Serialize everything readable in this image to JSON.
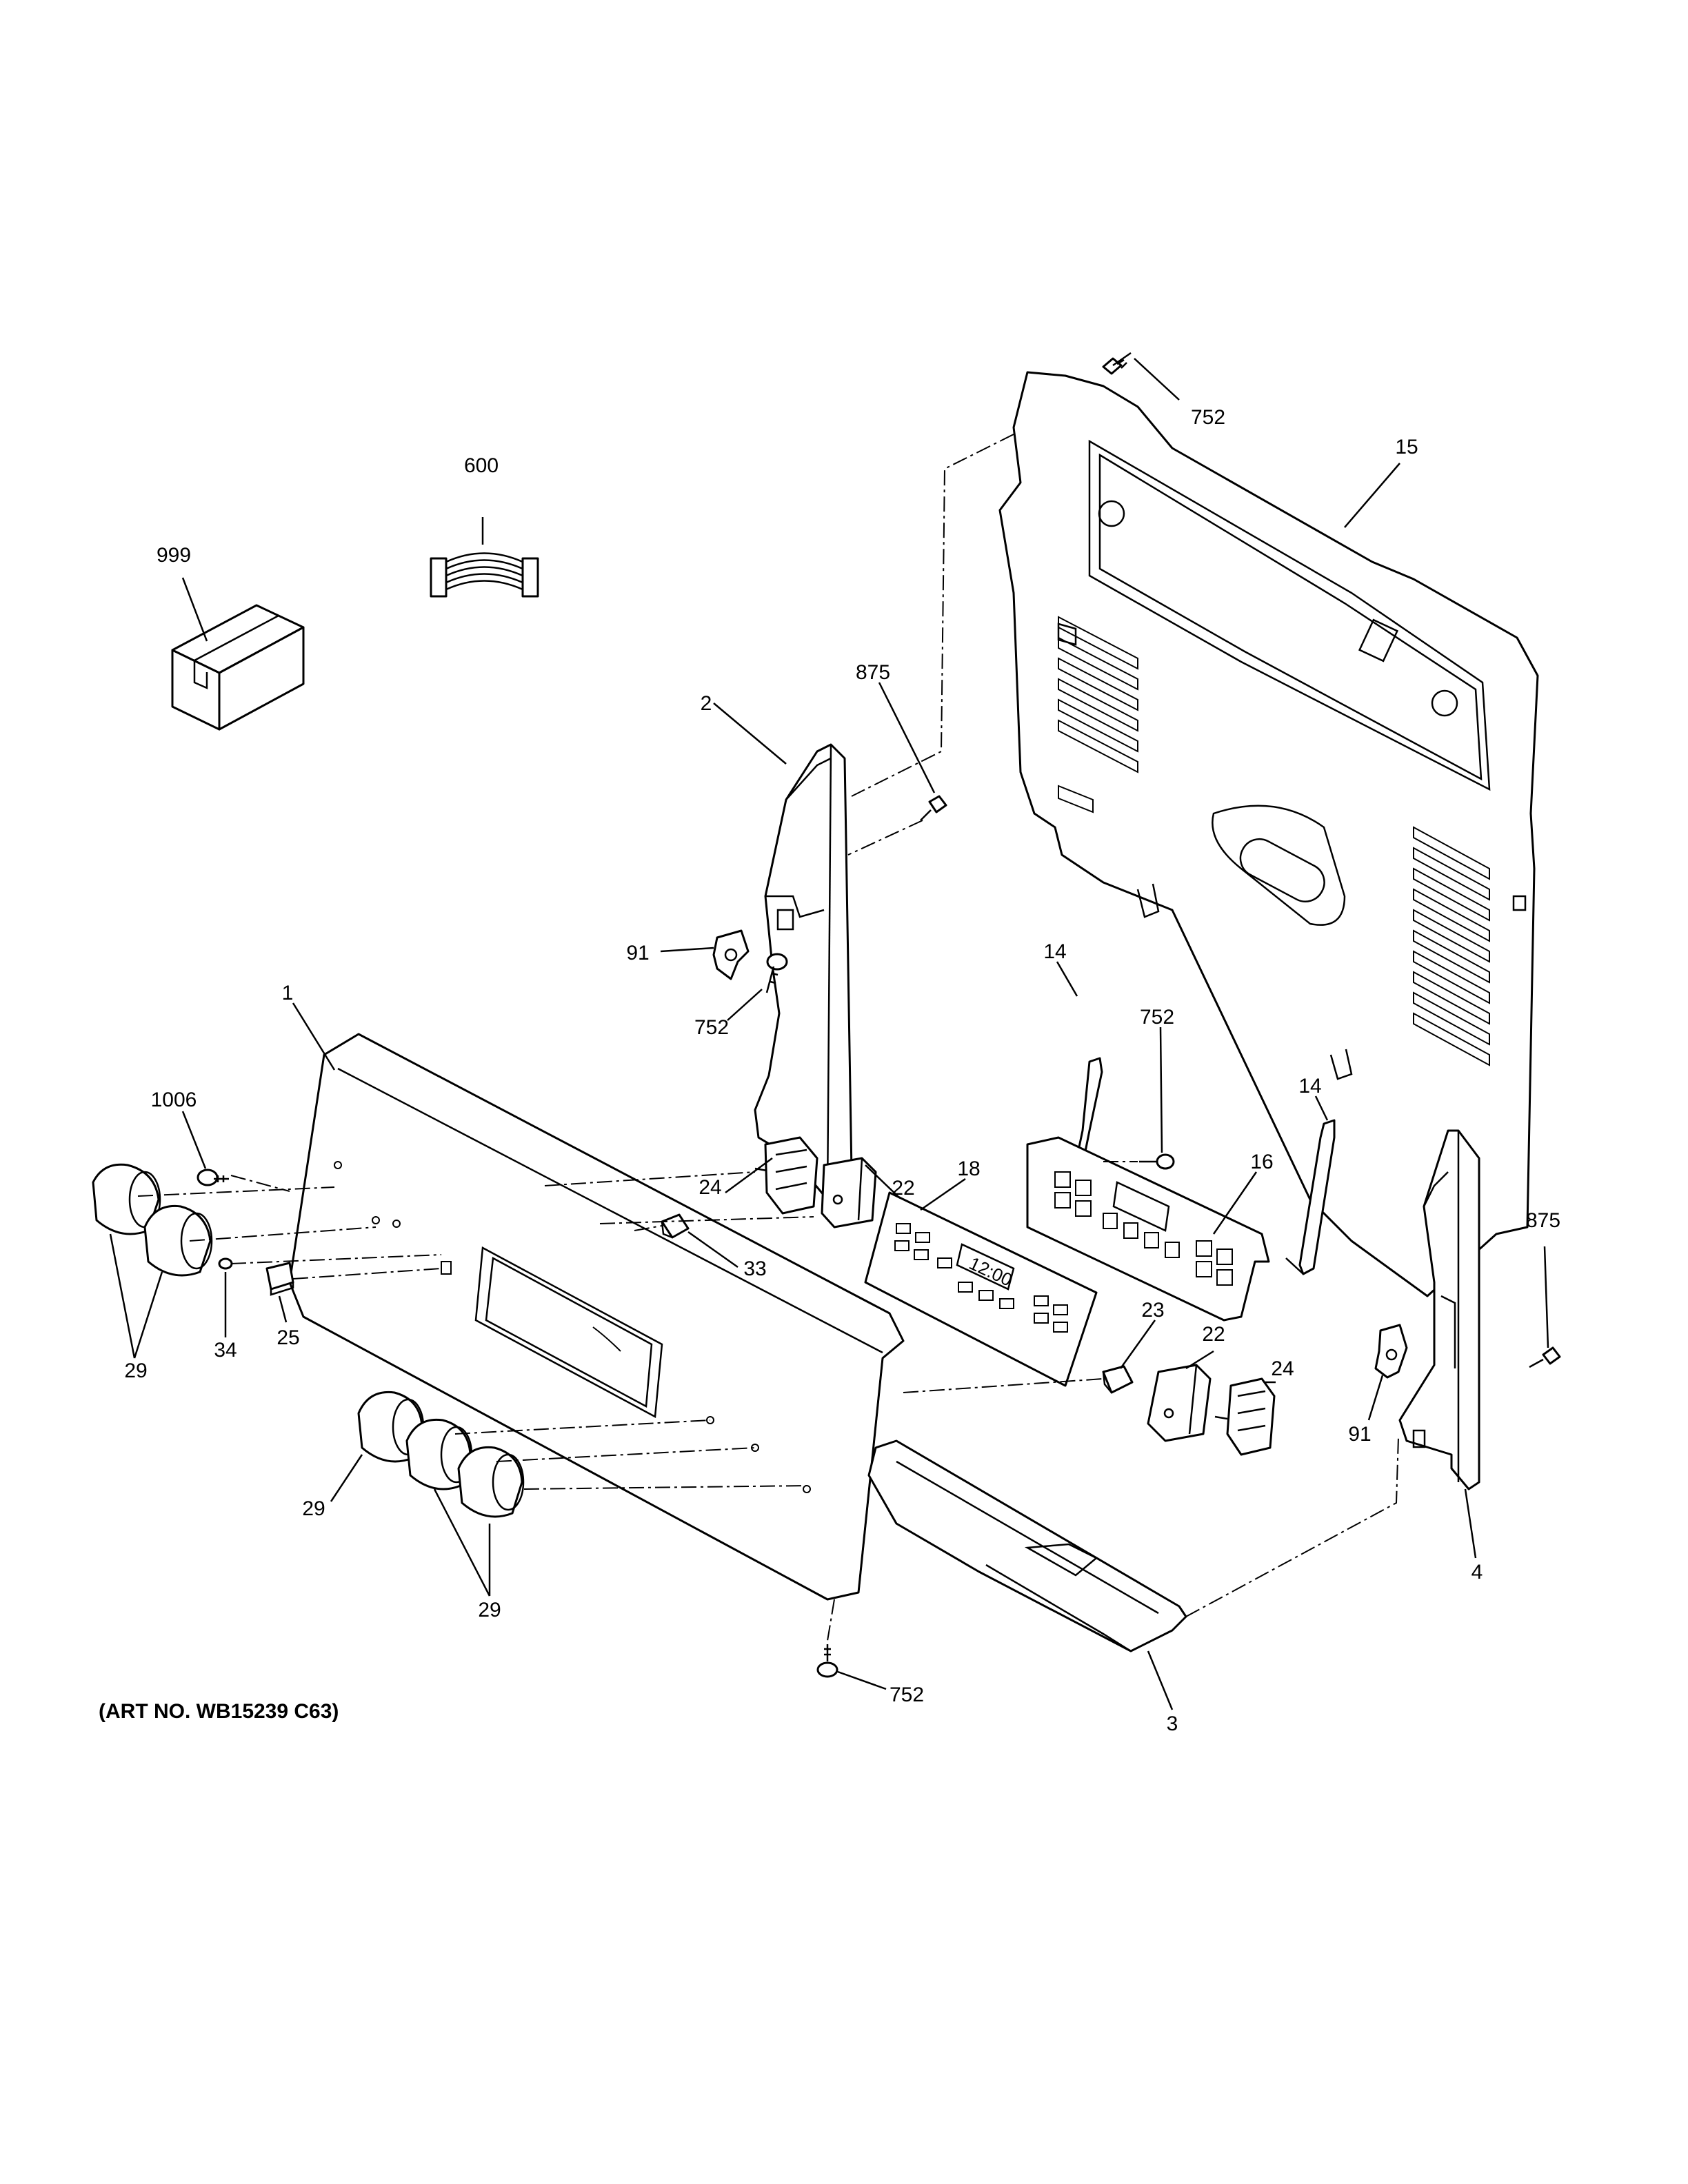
{
  "diagram": {
    "art_number": "(ART NO. WB15239 C63)",
    "display_clock": "12:00",
    "callouts": {
      "c999": "999",
      "c600": "600",
      "c752_top": "752",
      "c15": "15",
      "c875_left": "875",
      "c2": "2",
      "c91_left": "91",
      "c752_bracket": "752",
      "c1": "1",
      "c14_left": "14",
      "c752_board": "752",
      "c16": "16",
      "c14_right": "14",
      "c1006": "1006",
      "c24_left": "24",
      "c22_left": "22",
      "c18": "18",
      "c33": "33",
      "c875_right": "875",
      "c23": "23",
      "c22_right": "22",
      "c24_right": "24",
      "c91_right": "91",
      "c29_upper": "29",
      "c34": "34",
      "c25": "25",
      "c29_middle": "29",
      "c29_lower": "29",
      "c4": "4",
      "c752_bottom": "752",
      "c3": "3"
    }
  }
}
